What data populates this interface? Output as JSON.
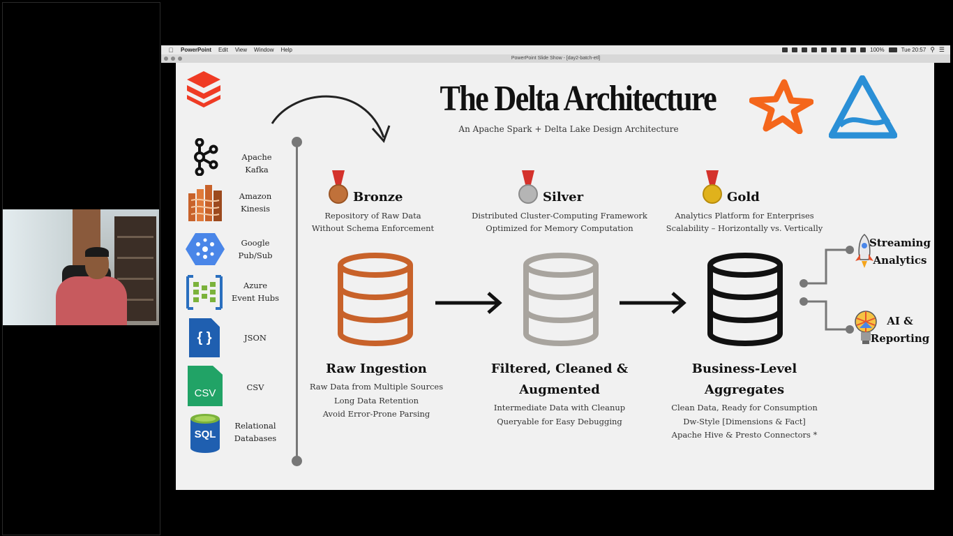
{
  "menubar": {
    "app": "PowerPoint",
    "menus": [
      "Edit",
      "View",
      "Window",
      "Help"
    ],
    "battery": "100%",
    "clock": "Tue 20:57"
  },
  "window": {
    "title": "PowerPoint Slide Show - [day2-batch-etl]"
  },
  "slide": {
    "title": "The Delta Architecture",
    "subtitle": "An Apache Spark + Delta Lake Design Architecture",
    "sources": [
      {
        "label": "Apache Kafka",
        "icon": "kafka-icon"
      },
      {
        "label": "Amazon\nKinesis",
        "icon": "kinesis-icon"
      },
      {
        "label": "Google\nPub/Sub",
        "icon": "pubsub-icon"
      },
      {
        "label": "Azure\nEvent Hubs",
        "icon": "event-hubs-icon"
      },
      {
        "label": "JSON",
        "icon": "json-file-icon"
      },
      {
        "label": "CSV",
        "icon": "csv-file-icon"
      },
      {
        "label": "Relational\nDatabases",
        "icon": "sql-database-icon"
      }
    ],
    "json_icon_text": "{ }",
    "csv_icon_text": "CSV",
    "sql_icon_text": "SQL",
    "tiers": [
      {
        "name": "Bronze",
        "medal_color": "#c0713a",
        "desc": [
          "Repository of Raw Data",
          "Without Schema Enforcement"
        ],
        "stage_title": [
          "Raw Ingestion"
        ],
        "stage_desc": [
          "Raw Data from Multiple Sources",
          "Long Data Retention",
          "Avoid Error-Prone Parsing"
        ],
        "db_color": "#c8622a"
      },
      {
        "name": "Silver",
        "medal_color": "#a7a7a7",
        "desc": [
          "Distributed Cluster-Computing Framework",
          "Optimized for Memory Computation"
        ],
        "stage_title": [
          "Filtered, Cleaned &",
          "Augmented"
        ],
        "stage_desc": [
          "Intermediate Data with Cleanup",
          "Queryable for Easy Debugging"
        ],
        "db_color": "#a8a49e"
      },
      {
        "name": "Gold",
        "medal_color": "#e0b21c",
        "desc": [
          "Analytics Platform for Enterprises",
          "Scalability – Horizontally vs. Vertically"
        ],
        "stage_title": [
          "Business-Level",
          "Aggregates"
        ],
        "stage_desc": [
          "Clean Data, Ready for Consumption",
          "Dw-Style [Dimensions & Fact]",
          "Apache Hive & Presto Connectors *"
        ],
        "db_color": "#111111"
      }
    ],
    "outputs": [
      {
        "label": "Streaming\nAnalytics",
        "icon": "rocket-icon"
      },
      {
        "label": "AI &\nReporting",
        "icon": "lightbulb-icon"
      }
    ],
    "colors": {
      "medal_ribbon": "#d4322c",
      "spark_orange": "#f4661b",
      "delta_blue": "#2a8fd6",
      "databricks_red": "#ef3b24"
    }
  }
}
